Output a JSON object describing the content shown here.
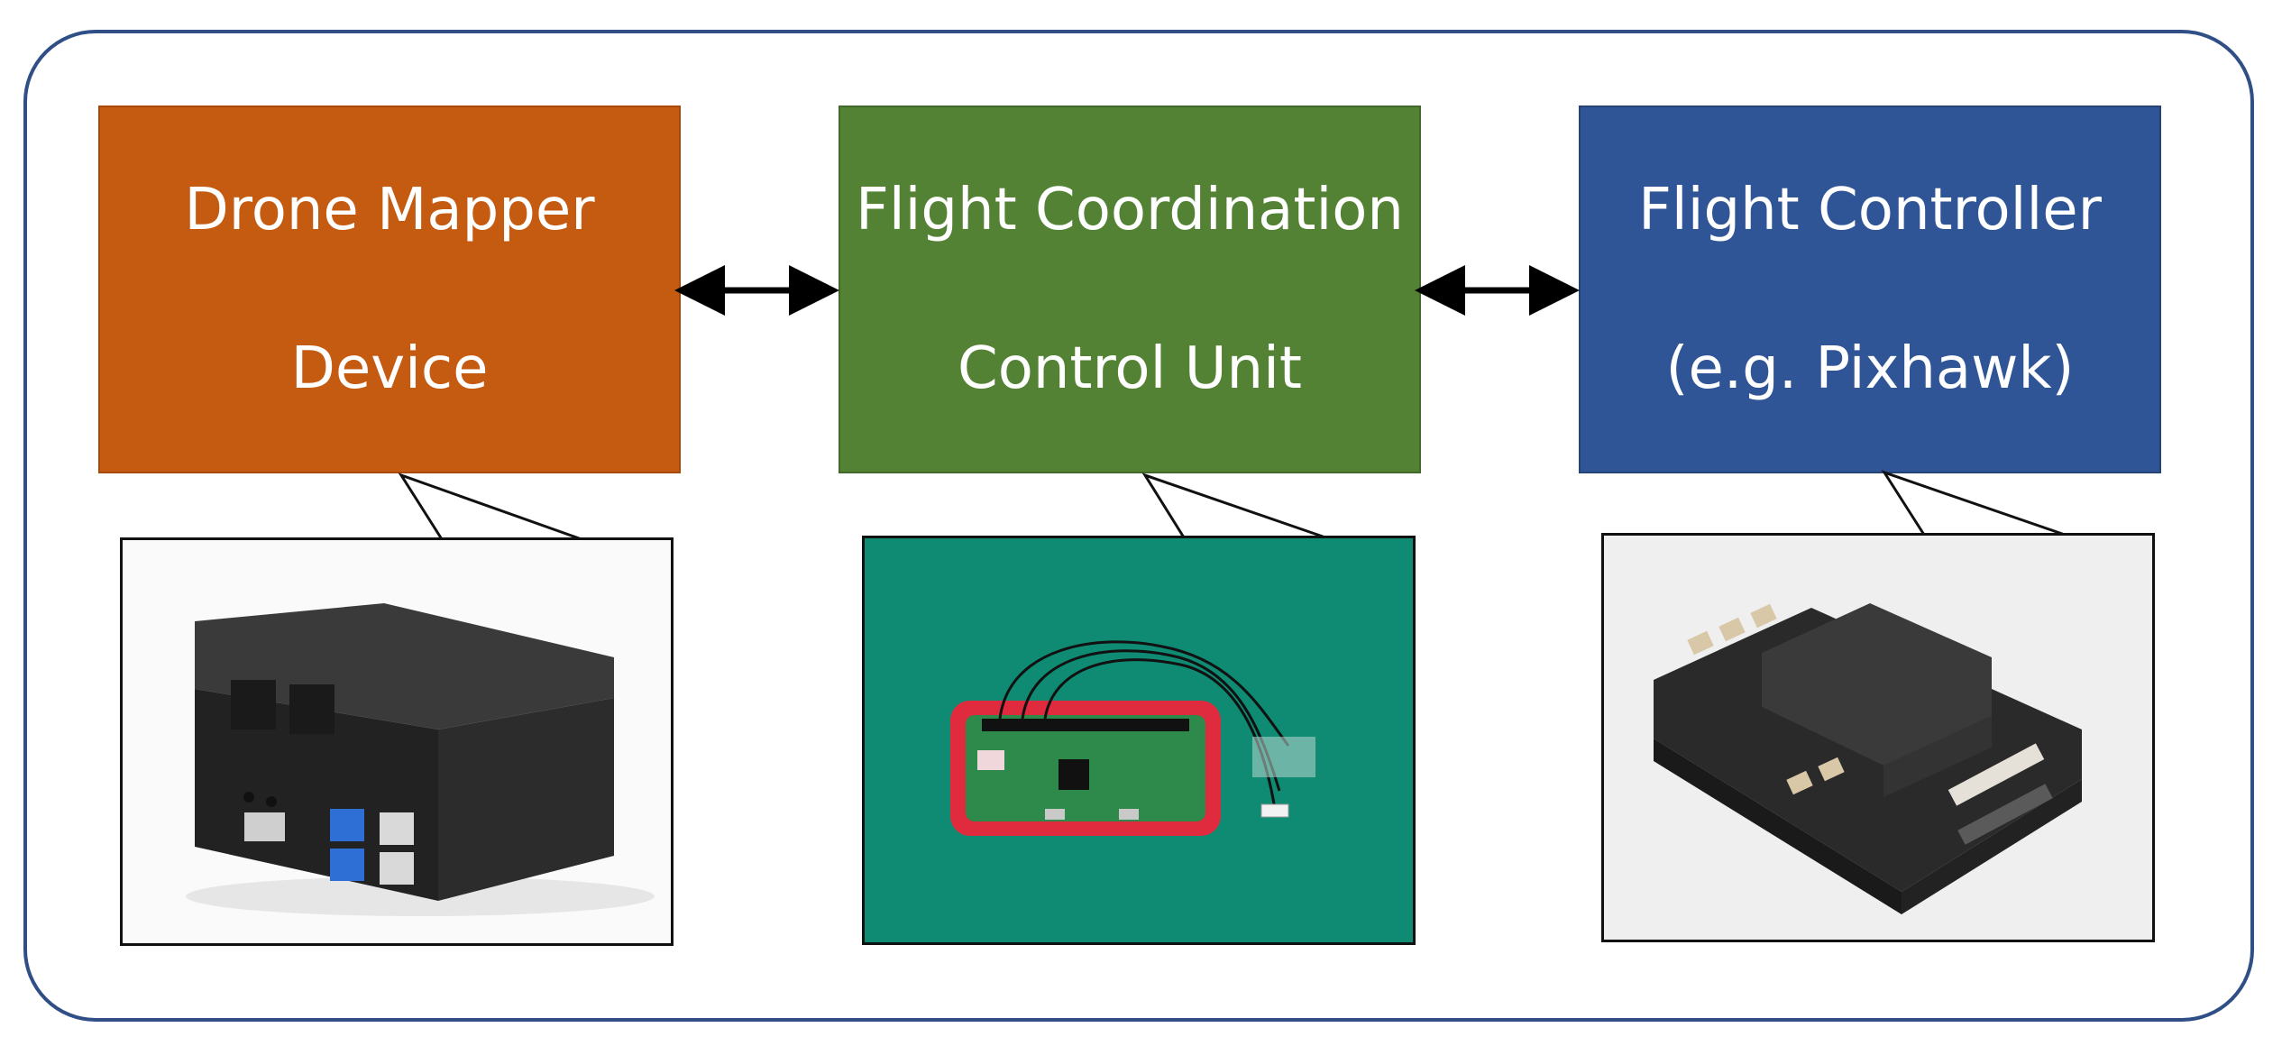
{
  "blocks": [
    {
      "line1": "Drone Mapper",
      "line2": "Device"
    },
    {
      "line1": "Flight Coordination",
      "line2": "Control Unit"
    },
    {
      "line1": "Flight Controller",
      "line2": "(e.g. Pixhawk)"
    }
  ],
  "colors": {
    "frame": "#2f4f86",
    "block_orange": "#c55a11",
    "block_green": "#548235",
    "block_blue": "#2f5597"
  },
  "connectors": [
    {
      "from": "Drone Mapper Device",
      "to": "Flight Coordination Control Unit",
      "type": "bidirectional-arrow"
    },
    {
      "from": "Flight Coordination Control Unit",
      "to": "Flight Controller",
      "type": "bidirectional-arrow"
    }
  ],
  "photos": [
    {
      "icon": "raspberry-pi-case-photo"
    },
    {
      "icon": "raspberry-pi-zero-board-photo"
    },
    {
      "icon": "pixhawk-flight-controller-photo"
    }
  ]
}
